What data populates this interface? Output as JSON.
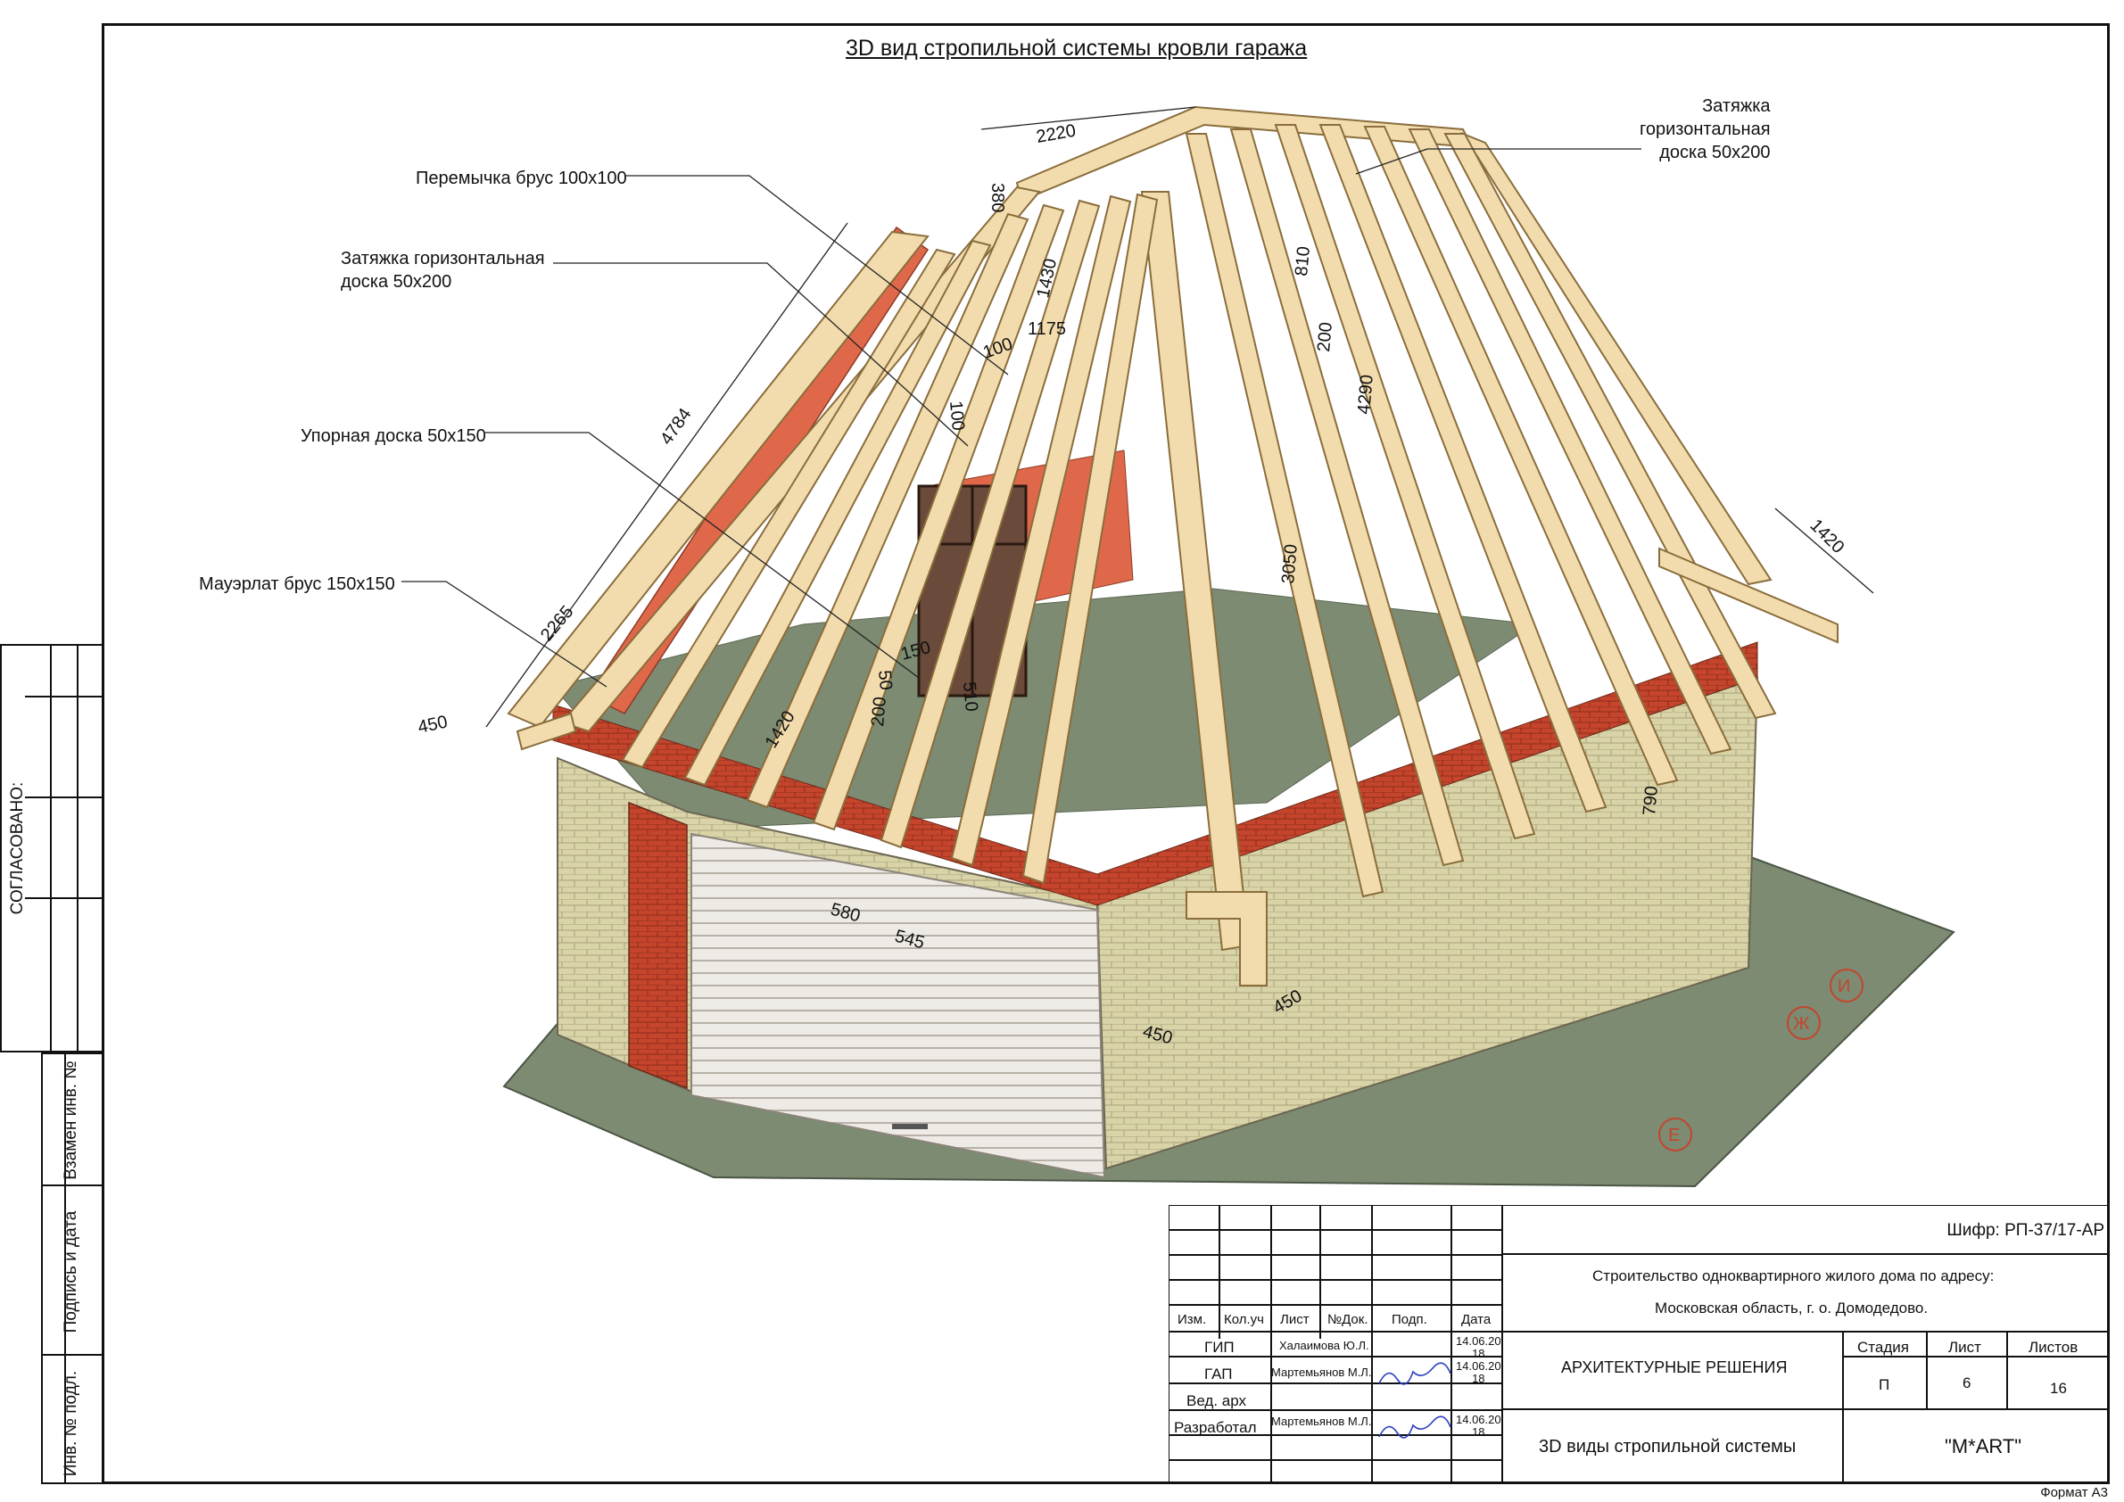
{
  "drawing": {
    "title": "3D вид стропильной системы кровли гаража",
    "callouts": {
      "tie_right": [
        "Затяжка",
        "горизонтальная",
        "доска 50х200"
      ],
      "lintel": "Перемычка брус 100х100",
      "tie_left": [
        "Затяжка горизонтальная",
        "доска 50х200"
      ],
      "strut_board": "Упорная доска 50х150",
      "mauerlat": "Мауэрлат брус 150х150"
    },
    "dimensions": {
      "d2220": "2220",
      "d380": "380",
      "d1430": "1430",
      "d1175": "1175",
      "d100a": "100",
      "d100b": "100",
      "d810": "810",
      "d200a": "200",
      "d4290": "4290",
      "d4784": "4784",
      "d2265": "2265",
      "d450a": "450",
      "d1420a": "1420",
      "d150": "150",
      "d50": "50",
      "d200b": "200",
      "d510": "510",
      "d3050": "3050",
      "d1420b": "1420",
      "d790": "790",
      "d580": "580",
      "d545": "545",
      "d450b": "450",
      "d450c": "450"
    },
    "axis_marks": [
      "И",
      "Ж",
      "Е"
    ],
    "colors": {
      "timber": "#f2dcae",
      "timber_edge": "#8a6d3b",
      "brick_wall": "#d9d3a8",
      "brick_red": "#c4452c",
      "floor": "#7c8b72",
      "gable": "#e0684a"
    }
  },
  "left_panel": {
    "agreed": "СОГЛАСОВАНО:",
    "replace_inv": "Взамен инв. №",
    "sign_date": "Подпись и дата",
    "inv_orig": "Инв. № подл."
  },
  "title_block": {
    "cipher": "Шифр: РП-37/17-АР",
    "project_line1": "Строительство одноквартирного жилого дома по адресу:",
    "project_line2": "Московская область, г. о. Домодедово.",
    "section": "АРХИТЕКТУРНЫЕ РЕШЕНИЯ",
    "sheet_title": "3D виды стропильной системы",
    "company": "\"M*ART\"",
    "stage_label": "Стадия",
    "sheet_label": "Лист",
    "sheets_label": "Листов",
    "stage": "П",
    "sheet": "6",
    "sheets": "16",
    "headers": [
      "Изм.",
      "Кол.уч",
      "Лист",
      "№Док.",
      "Подп.",
      "Дата"
    ],
    "roles": [
      "ГИП",
      "ГАП",
      "Вед. арх",
      "Разработал"
    ],
    "names": [
      "Халаимова Ю.Л.",
      "Мартемьянов М.Л.",
      "Мартемьянов М.Л."
    ],
    "dates": [
      "14.06.20\n18",
      "14.06.20\n18",
      "14.06.20\n18"
    ]
  },
  "format": "Формат А3"
}
